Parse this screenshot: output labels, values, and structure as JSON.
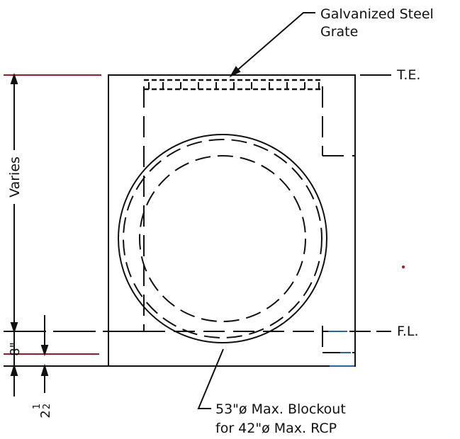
{
  "labels": {
    "grate_line1": "Galvanized Steel",
    "grate_line2": "Grate",
    "te": "T.E.",
    "fl": "F.L.",
    "varies": "Varies",
    "eight_in": "8\"",
    "two_half_whole": "2",
    "two_half_num": "1",
    "two_half_den": "2",
    "blockout_line1": "53\"ø Max. Blockout",
    "blockout_line2": "for 42\"ø Max. RCP"
  },
  "colors": {
    "line": "#111111",
    "accent_red": "#b0141f",
    "accent_blue": "#2a5fb0"
  }
}
